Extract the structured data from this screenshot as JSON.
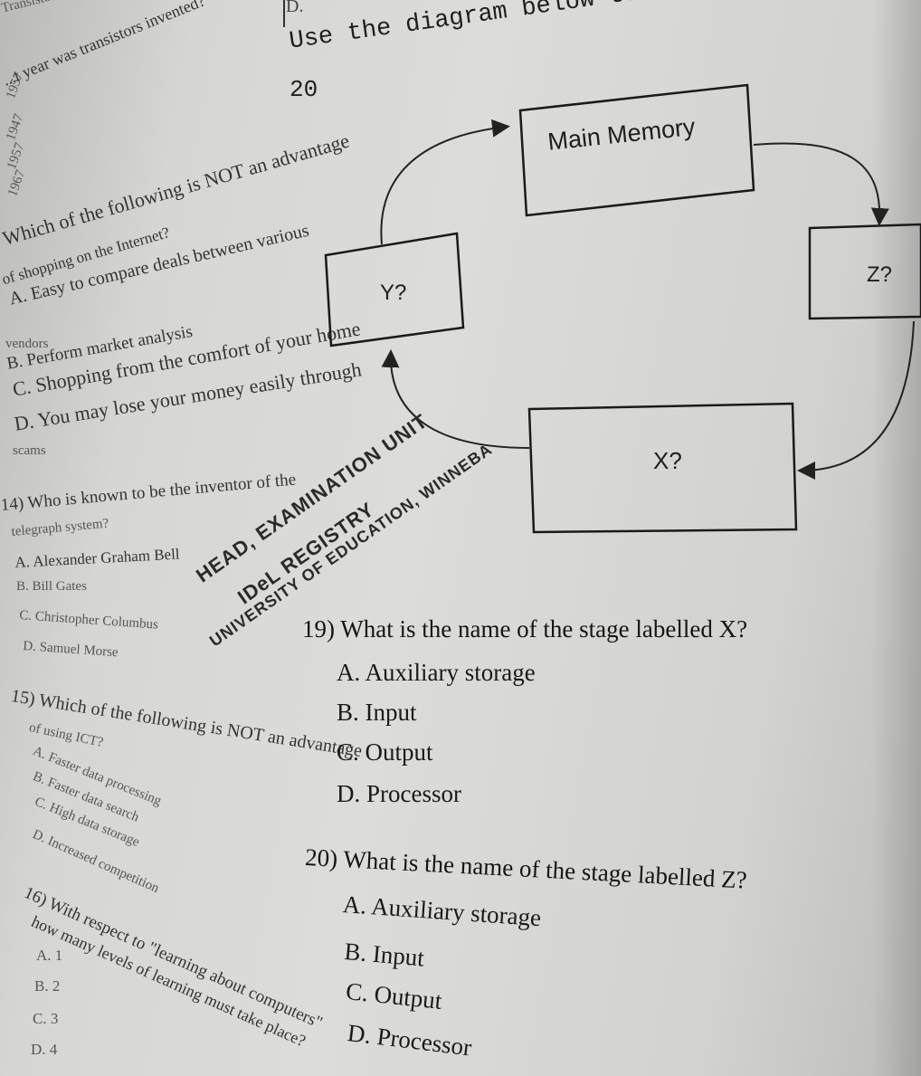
{
  "left_column": {
    "q_transistor_header": "Transistor",
    "q13": {
      "text": "...t year was transistors invented?",
      "options": [
        "1957",
        "1947",
        "1957",
        "1967"
      ]
    },
    "q_internet": {
      "text": "Which of the following is NOT an advantage",
      "text2": "of shopping on the Internet?",
      "options": [
        "A. Easy to compare deals between various",
        "vendors",
        "B. Perform market analysis",
        "C. Shopping from the comfort of your home",
        "D. You may lose your money easily through",
        "scams"
      ]
    },
    "q14": {
      "text": "14) Who is known to be the inventor of the",
      "text2": "telegraph system?",
      "options": [
        "A. Alexander Graham Bell",
        "B. Bill Gates",
        "C. Christopher Columbus",
        "D. Samuel Morse"
      ]
    },
    "q15": {
      "text": "15) Which of the following is NOT an advantage",
      "text2": "of using ICT?",
      "options": [
        "A. Faster data processing",
        "B. Faster data search",
        "C. High data storage",
        "D. Increased competition"
      ]
    },
    "q16": {
      "text": "16) With respect to \"learning about computers\"",
      "text2": "how many levels of learning must take place?",
      "options": [
        "A. 1",
        "B. 2",
        "C. 3",
        "D. 4"
      ]
    }
  },
  "right_column": {
    "instruction": "Use the diagram below to answer q",
    "instruction_number": "20",
    "top_fragment": "D.",
    "diagram": {
      "main_memory": "Main Memory",
      "z_box": "Z?",
      "y_box": "Y?",
      "x_box": "X?"
    },
    "stamp": {
      "line1": "HEAD, EXAMINATION UNIT",
      "line2": "IDeL REGISTRY",
      "line3": "UNIVERSITY OF EDUCATION, WINNEBA"
    },
    "q19": {
      "text": "19) What is the name of the stage labelled X?",
      "options": [
        "A. Auxiliary storage",
        "B. Input",
        "C. Output",
        "D. Processor"
      ]
    },
    "q20": {
      "text": "20) What is the name of the stage labelled Z?",
      "options": [
        "A. Auxiliary storage",
        "B. Input",
        "C. Output",
        "D. Processor"
      ]
    }
  }
}
